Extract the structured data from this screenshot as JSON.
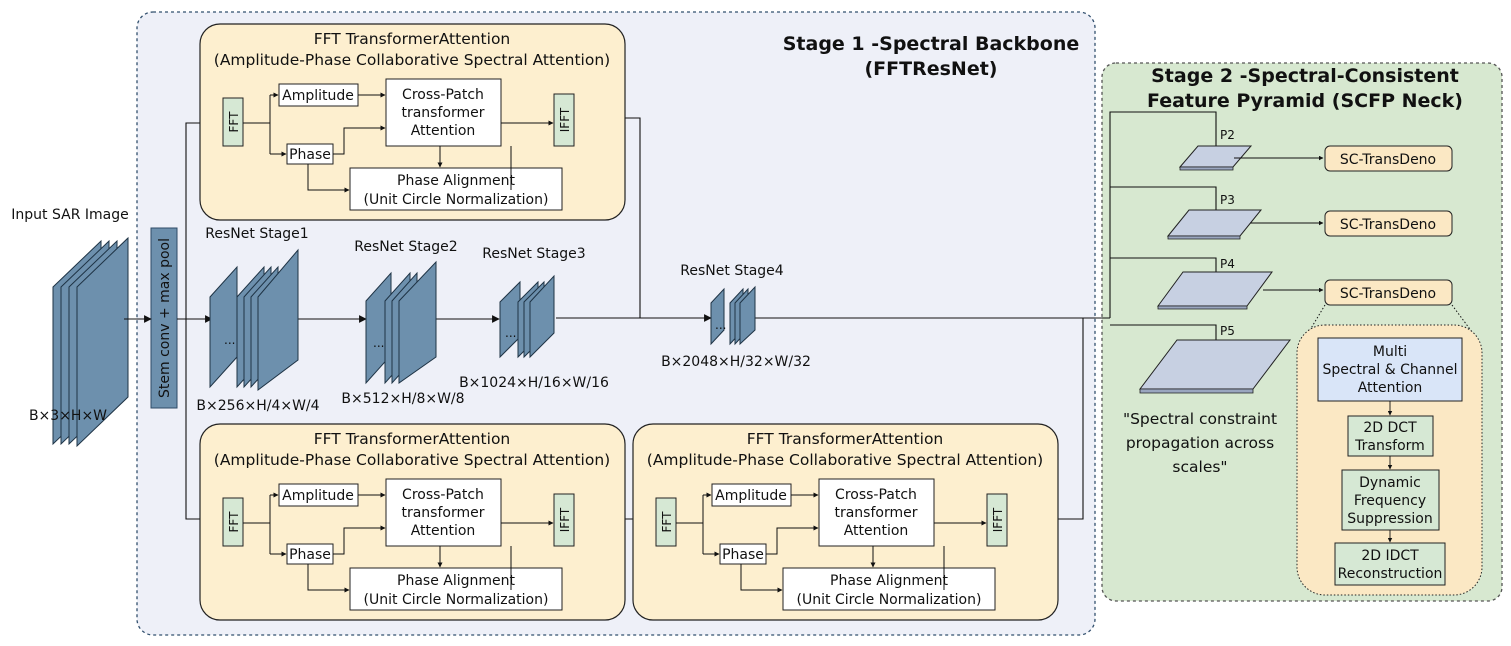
{
  "input": {
    "label": "Input SAR Image",
    "shape": "B×3×H×W"
  },
  "stem": {
    "label": "Stem conv + max pool"
  },
  "stage1": {
    "title_line1": "Stage 1 -Spectral Backbone",
    "title_line2": "(FFTResNet)"
  },
  "stage2": {
    "title_line1": "Stage 2 -Spectral-Consistent",
    "title_line2": "Feature Pyramid (SCFP Neck)"
  },
  "resnet": [
    {
      "label": "ResNet  Stage1",
      "shape": "B×256×H/4×W/4"
    },
    {
      "label": "ResNet  Stage2",
      "shape": "B×512×H/8×W/8"
    },
    {
      "label": "ResNet  Stage3",
      "shape": "B×1024×H/16×W/16"
    },
    {
      "label": "ResNet  Stage4",
      "shape": "B×2048×H/32×W/32"
    }
  ],
  "attention": {
    "title_line1": "FFT TransformerAttention",
    "title_line2": "(Amplitude-Phase Collaborative Spectral Attention)",
    "fft": "FFT",
    "ifft": "IFFT",
    "amplitude": "Amplitude",
    "phase": "Phase",
    "cross_line1": "Cross-Patch",
    "cross_line2": "transformer",
    "cross_line3": "Attention",
    "align_line1": "Phase Alignment",
    "align_line2": "(Unit Circle Normalization)"
  },
  "pyramid": {
    "levels": [
      "P2",
      "P3",
      "P4",
      "P5"
    ],
    "denoiser": "SC-TransDeno",
    "quote_line1": "\"Spectral constraint",
    "quote_line2": "propagation across",
    "quote_line3": "scales\""
  },
  "detail": {
    "msca_line1": "Multi",
    "msca_line2": "Spectral & Channel",
    "msca_line3": "Attention",
    "dct_line1": "2D DCT",
    "dct_line2": "Transform",
    "dfs_line1": "Dynamic",
    "dfs_line2": "Frequency",
    "dfs_line3": "Suppression",
    "idct_line1": "2D IDCT",
    "idct_line2": "Reconstruction"
  },
  "colors": {
    "stage1_bg": "#eef0f8",
    "stage2_bg": "#d7e8d0",
    "attention_bg": "#fdefcf",
    "fft_fill": "#d6e8d4",
    "tensor_fill": "#6d90ad",
    "plane_fill": "#c7d0e2",
    "denoiser_fill": "#fbe8c4",
    "msca_fill": "#d9e5f8"
  }
}
